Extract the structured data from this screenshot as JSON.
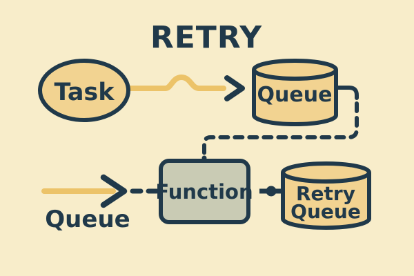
{
  "title": "RETRY",
  "colors": {
    "background": "#f8edca",
    "node_fill": "#f2d391",
    "outline_navy": "#20394a",
    "arrow_gold": "#ecc369",
    "function_fill": "#c9cbb4"
  },
  "nodes": {
    "task": {
      "label": "Task",
      "shape": "ellipse"
    },
    "queue": {
      "label": "Queue",
      "shape": "cylinder"
    },
    "function": {
      "label": "Function",
      "shape": "rounded-rectangle"
    },
    "retry_queue": {
      "line1": "Retry",
      "line2": "Queue",
      "shape": "cylinder"
    }
  },
  "labels": {
    "incoming_queue": "Queue"
  },
  "edges": [
    {
      "from": "task",
      "to": "queue",
      "style": "solid-wavy-gold-arrow"
    },
    {
      "from": "queue",
      "to": "function",
      "style": "dashed-elbow"
    },
    {
      "from": "incoming-queue-arrow",
      "to": "function",
      "style": "gold-arrow-then-dashed"
    },
    {
      "from": "function",
      "to": "retry_queue",
      "style": "solid-with-dot"
    }
  ]
}
